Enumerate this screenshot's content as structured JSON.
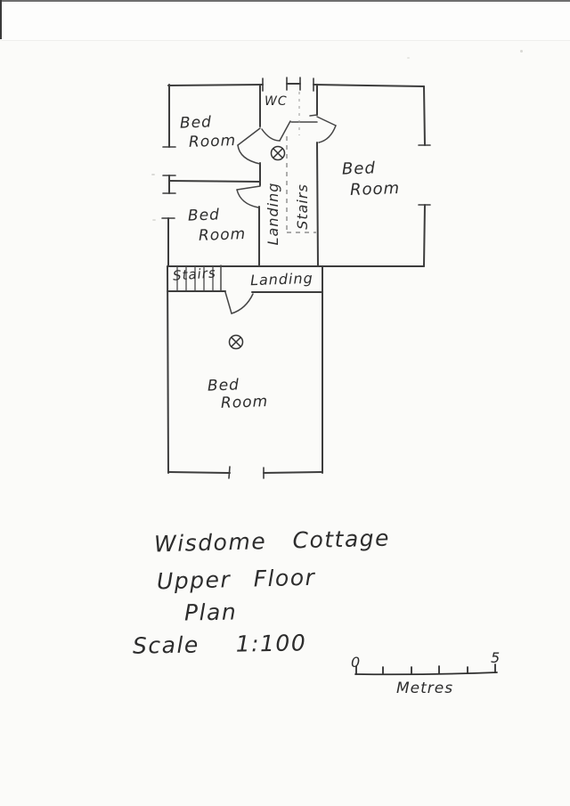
{
  "document": {
    "kind": "hand-drawn architectural floor plan (scanned)",
    "paper_color": "#fbfbf9",
    "ink_color": "#3d3d3d",
    "handwriting_color": "#2d2d2d"
  },
  "plan": {
    "rooms": [
      {
        "name": "bedroom-top-left",
        "lines": [
          "Bed",
          "Room"
        ]
      },
      {
        "name": "wc",
        "lines": [
          "WC"
        ]
      },
      {
        "name": "bedroom-right",
        "lines": [
          "Bed",
          "Room"
        ]
      },
      {
        "name": "landing-upper",
        "lines": [
          "Landing"
        ]
      },
      {
        "name": "stairs-upper",
        "lines": [
          "Stairs"
        ]
      },
      {
        "name": "bedroom-mid-left",
        "lines": [
          "Bed",
          "Room"
        ]
      },
      {
        "name": "stairs-lower",
        "lines": [
          "Stairs"
        ]
      },
      {
        "name": "landing-lower",
        "lines": [
          "Landing"
        ]
      },
      {
        "name": "bedroom-large",
        "lines": [
          "Bed",
          "Room"
        ]
      }
    ],
    "symbols": {
      "ceiling_light": {
        "glyph": "⊗",
        "meaning": "light fixture symbol",
        "count": 2
      }
    }
  },
  "title_block": {
    "line1": "Wisdome Cottage",
    "line2": "Upper Floor",
    "line3": "Plan",
    "scale_label": "Scale",
    "scale_value": "1:100"
  },
  "scale_bar": {
    "start_label": "0",
    "end_label": "5",
    "unit_label": "Metres",
    "divisions": 5
  }
}
